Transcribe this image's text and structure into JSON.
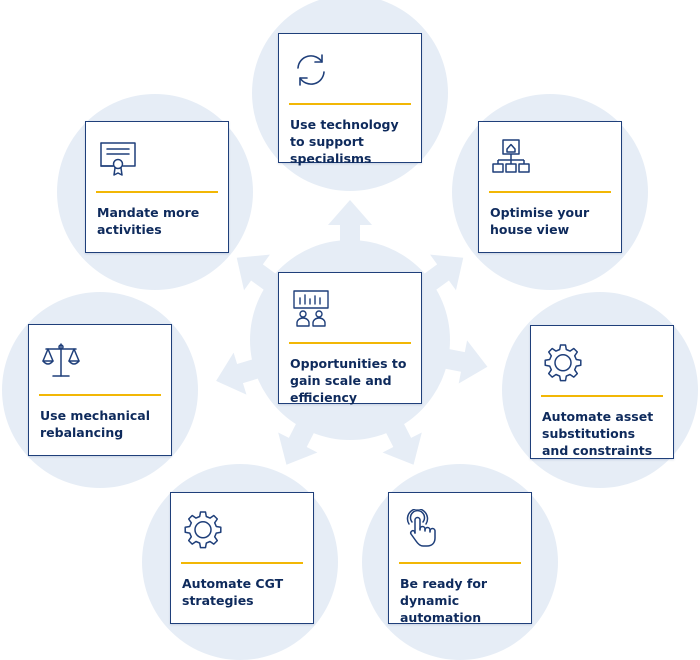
{
  "colors": {
    "circle": "#e6edf6",
    "arrow": "#e6edf6",
    "card_border": "#1f3f7a",
    "rule": "#f2b705",
    "text": "#0e2a5c",
    "icon": "#1f3f7a"
  },
  "center": {
    "icon": "chart-and-people-icon",
    "label": "Opportunities to gain scale and efficiency"
  },
  "items": [
    {
      "icon": "sync-icon",
      "label": "Use technology to support specialisms"
    },
    {
      "icon": "org-chart-icon",
      "label": "Optimise your house view"
    },
    {
      "icon": "gear-icon",
      "label": "Automate asset substitutions and constraints"
    },
    {
      "icon": "touch-icon",
      "label": "Be ready for dynamic automation"
    },
    {
      "icon": "gear-icon",
      "label": "Automate CGT strategies"
    },
    {
      "icon": "scales-icon",
      "label": "Use mechanical rebalancing"
    },
    {
      "icon": "certificate-icon",
      "label": "Mandate more activities"
    }
  ]
}
